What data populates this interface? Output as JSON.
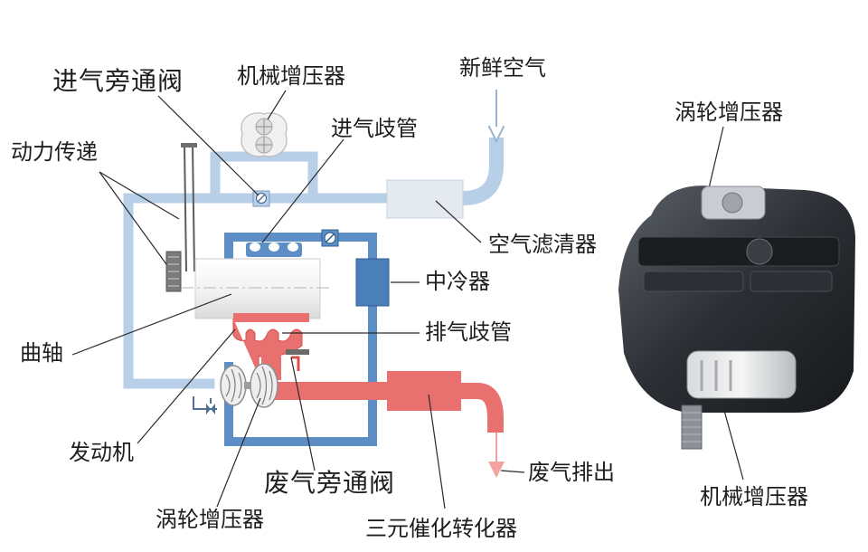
{
  "colors": {
    "intake_pipe": "#b8cfe8",
    "intake_pipe_dark": "#8fb1d6",
    "cooled_loop": "#5d8fc6",
    "exhaust": "#e8716f",
    "exhaust_dark": "#d94d4b",
    "exhaust_light": "#f2a39f",
    "engine_block": "#f7f7f7",
    "leader_line": "#2a2a2a"
  },
  "labels": {
    "intake_bypass_valve": "进气旁通阀",
    "mechanical_supercharger": "机械增压器",
    "fresh_air": "新鲜空气",
    "intake_manifold": "进气歧管",
    "power_transmission": "动力传递",
    "air_filter": "空气滤清器",
    "intercooler": "中冷器",
    "exhaust_manifold": "排气歧管",
    "crankshaft": "曲轴",
    "engine": "发动机",
    "wastegate": "废气旁通阀",
    "exhaust_out": "废气排出",
    "turbocharger": "涡轮增压器",
    "catalytic_converter": "三元催化转化器"
  },
  "photo_labels": {
    "turbocharger": "涡轮增压器",
    "mechanical_supercharger": "机械增压器"
  }
}
